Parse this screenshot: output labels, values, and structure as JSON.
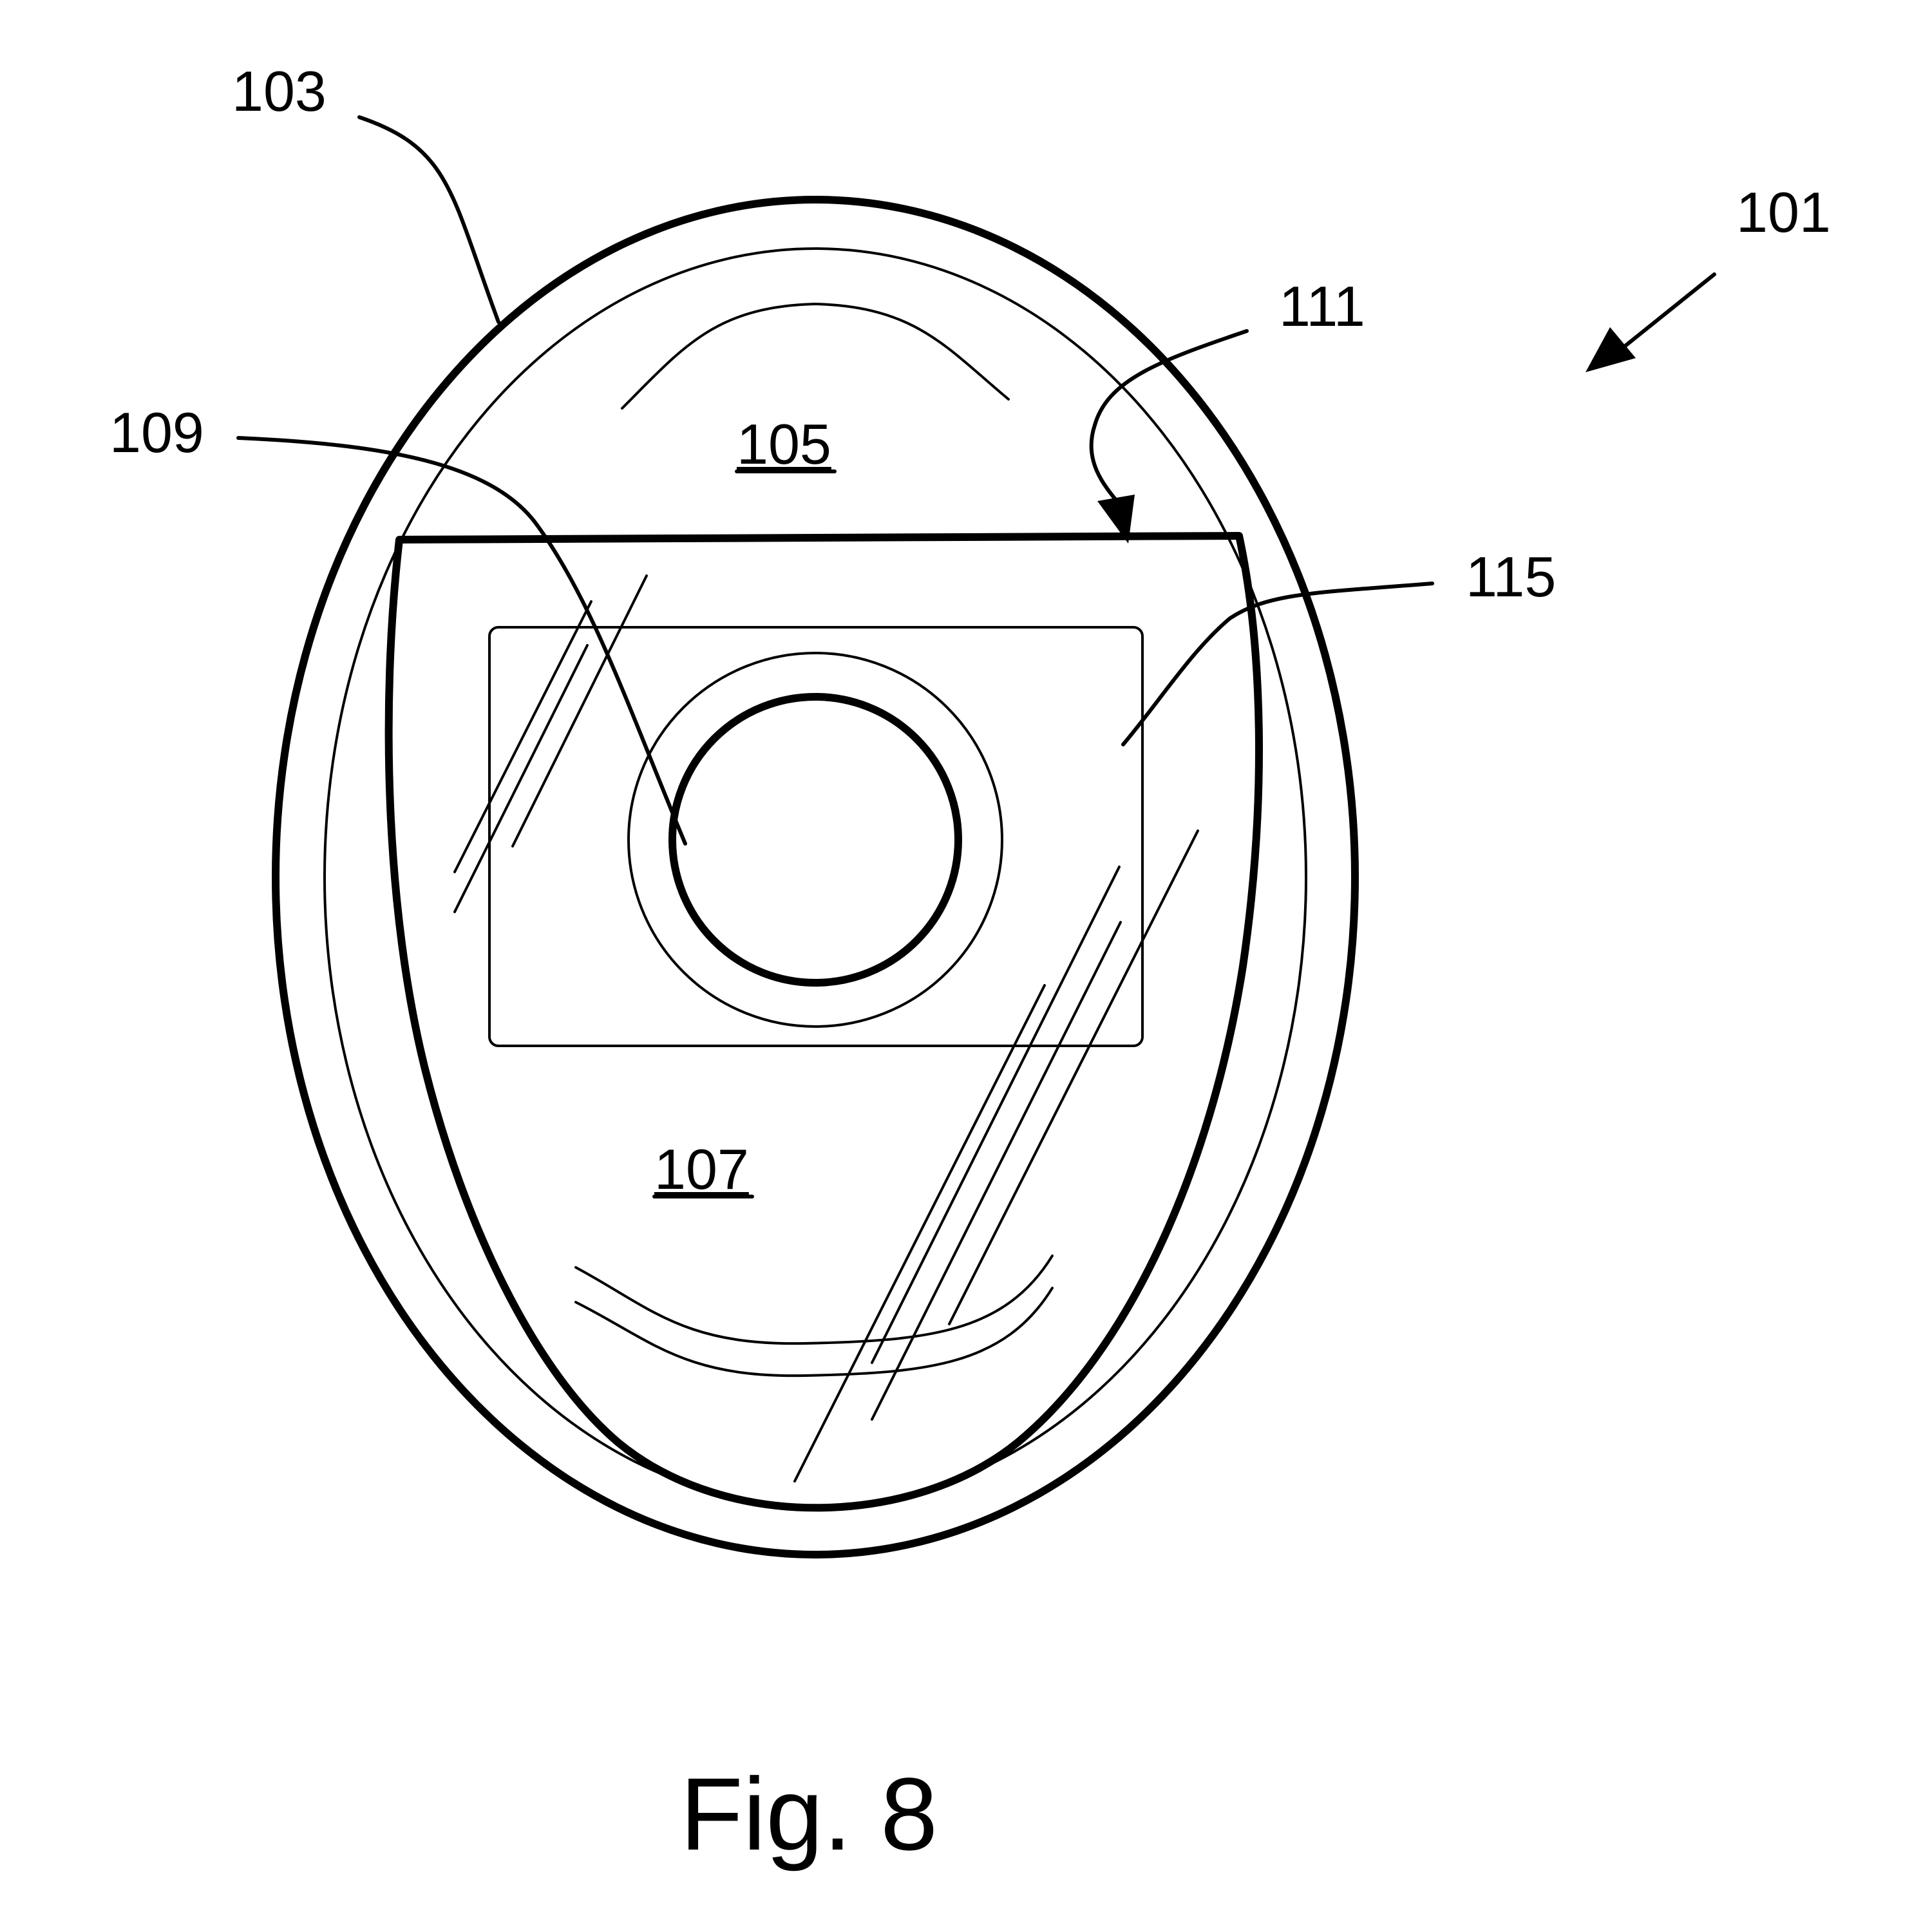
{
  "labels": {
    "ref_101": "101",
    "ref_103": "103",
    "ref_105": "105",
    "ref_107": "107",
    "ref_109": "109",
    "ref_111": "111",
    "ref_115": "115"
  },
  "caption": "Fig. 8",
  "colors": {
    "line": "#000000",
    "background": "#ffffff"
  }
}
